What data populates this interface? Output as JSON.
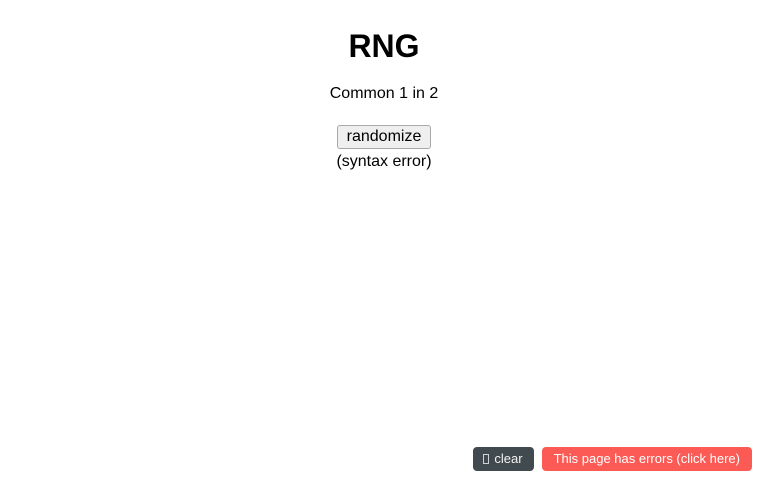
{
  "page": {
    "title": "RNG",
    "odds_text": "Common 1 in 2",
    "randomize_label": "randomize",
    "status_note": "(syntax error)"
  },
  "error_overlay": {
    "clear_label": "clear",
    "clear_icon": "missing-glyph-tofu-icon",
    "error_message": "This page has errors (click here)",
    "colors": {
      "clear_background": "#414a4e",
      "clear_text": "#f2f2f2",
      "error_background": "#fb5a55",
      "error_text": "#ffffff"
    }
  }
}
